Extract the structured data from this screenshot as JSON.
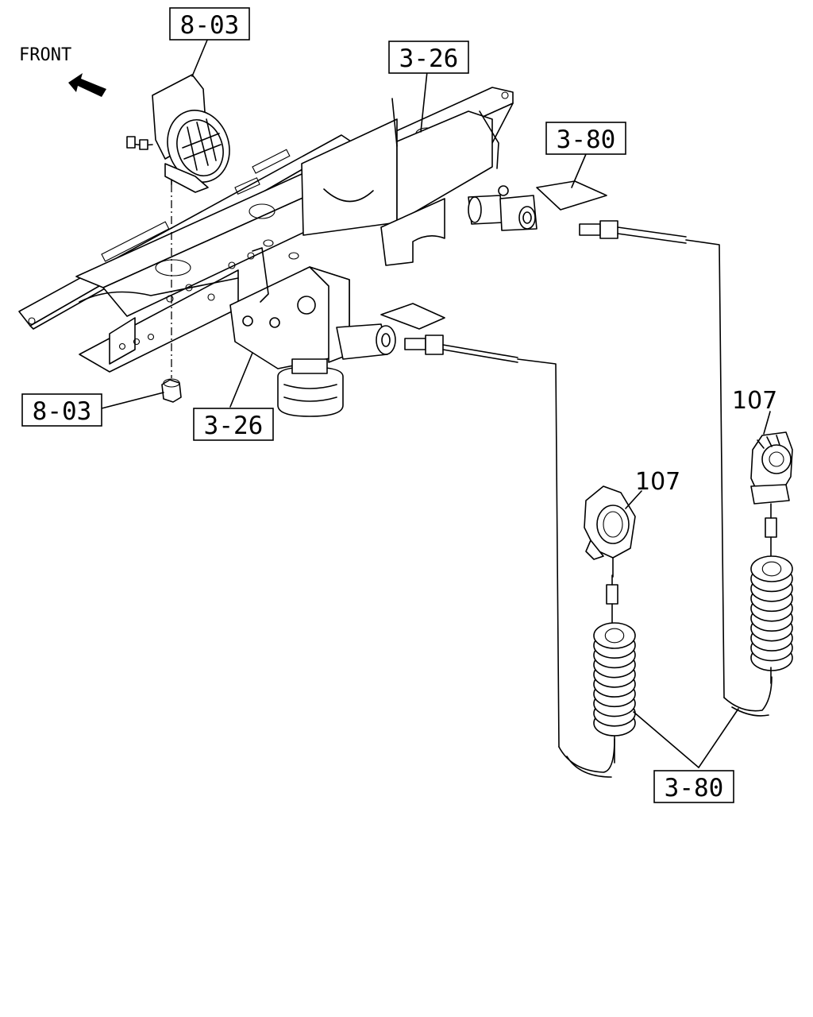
{
  "front_indicator": {
    "text": "FRONT",
    "icon": "arrow-up-left-icon"
  },
  "callouts": {
    "horn_top": "8-03",
    "horn_nut": "8-03",
    "bracket_top": "3-26",
    "bracket_bottom": "3-26",
    "hose_top": "3-80",
    "hose_bottom": "3-80",
    "coupling_left": "107",
    "coupling_right": "107"
  }
}
